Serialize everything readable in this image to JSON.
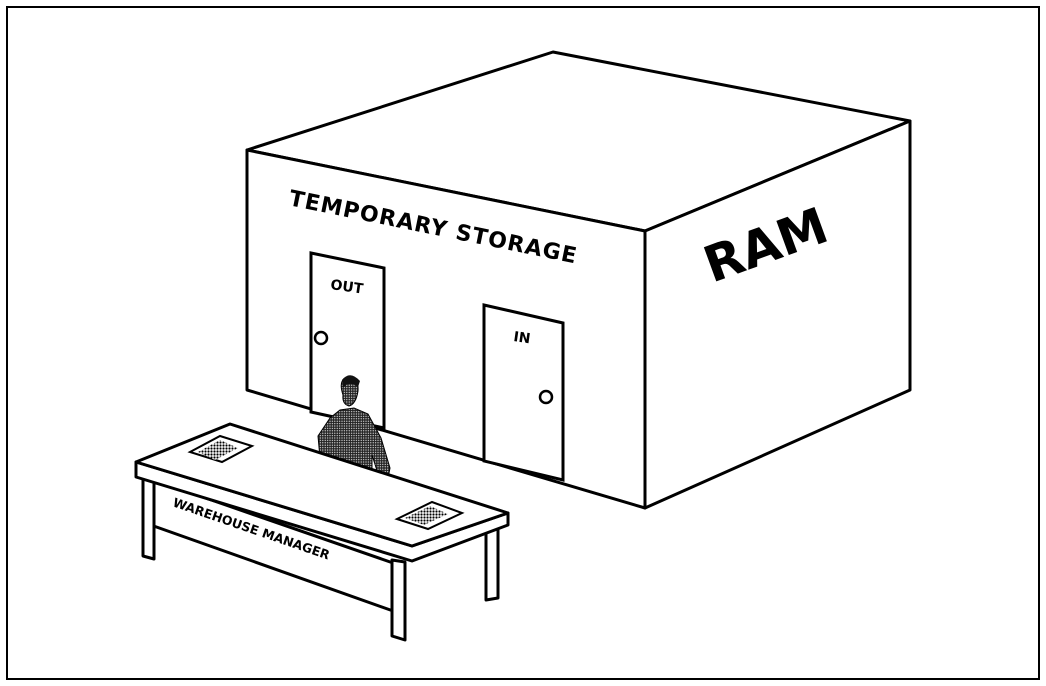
{
  "labels": {
    "building_front": "TEMPORARY STORAGE",
    "building_side": "RAM",
    "door_out": "OUT",
    "door_in": "IN",
    "desk_sign": "WAREHOUSE MANAGER"
  },
  "colors": {
    "ink": "#000000",
    "paper": "#ffffff"
  }
}
